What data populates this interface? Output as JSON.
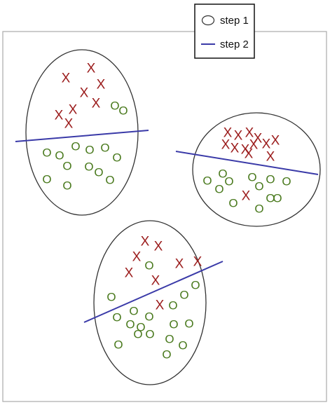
{
  "legend": {
    "items": [
      {
        "label": "step 1",
        "symbol": "circle-outline-icon"
      },
      {
        "label": "step 2",
        "symbol": "line-icon"
      }
    ]
  },
  "colors": {
    "cross": "#9b1c1c",
    "circle": "#4a7a1e",
    "divider": "#3a3aa8",
    "cluster_outline": "#333333",
    "frame": "#aaaaaa"
  },
  "marks": {
    "cross_glyph": "X",
    "circle_glyph": "O"
  }
}
